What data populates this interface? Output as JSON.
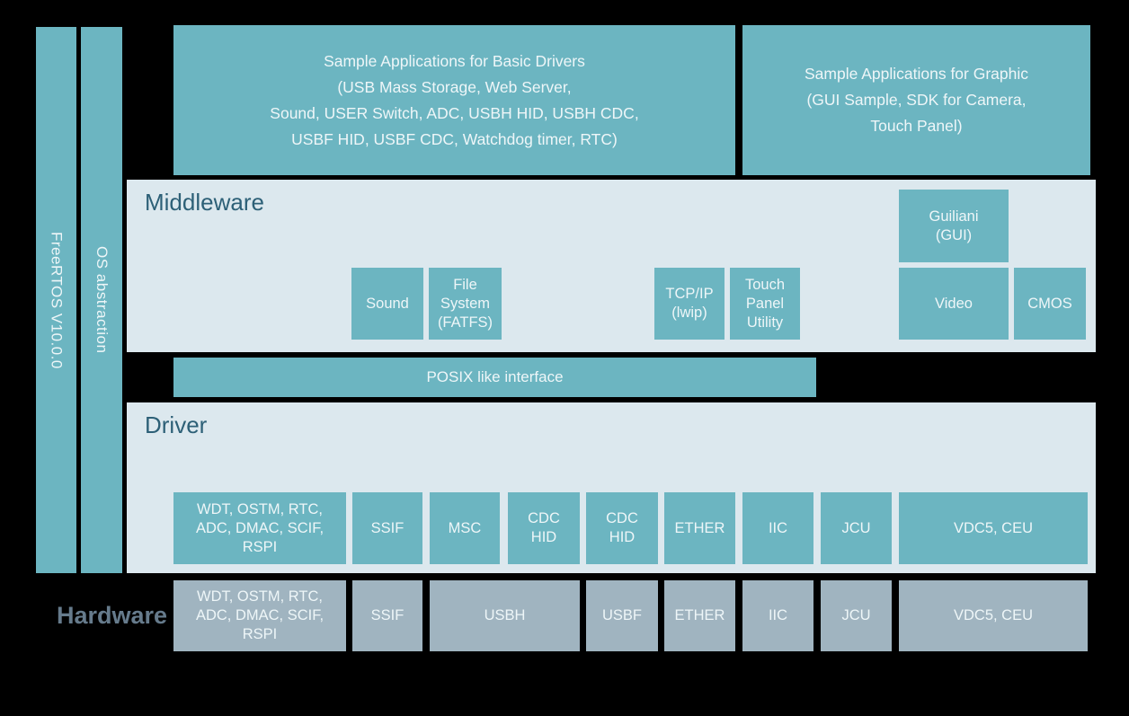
{
  "colors": {
    "background": "#000000",
    "teal": "#6cb5c1",
    "panel": "#dce8ee",
    "hardware_gray": "#a0b4c0",
    "section_title": "#2d6077",
    "hardware_title": "#667b8c",
    "box_text": "#eef6f8"
  },
  "os_bars": [
    {
      "label": "FreeRTOS V10.0.0"
    },
    {
      "label": "OS abstraction"
    }
  ],
  "sample_apps": [
    {
      "label": "Sample Applications for Basic Drivers\n(USB Mass Storage, Web Server,\nSound, USER Switch, ADC, USBH HID, USBH CDC,\nUSBF HID, USBF CDC, Watchdog timer, RTC)"
    },
    {
      "label": "Sample Applications for Graphic\n(GUI Sample, SDK for Camera,\nTouch Panel)"
    }
  ],
  "middleware": {
    "title": "Middleware",
    "boxes": [
      {
        "label": "Sound"
      },
      {
        "label": "File\nSystem\n(FATFS)"
      },
      {
        "label": "TCP/IP\n(lwip)"
      },
      {
        "label": "Touch\nPanel\nUtility"
      },
      {
        "label": "Guiliani\n(GUI)"
      },
      {
        "label": "Video"
      },
      {
        "label": "CMOS"
      }
    ]
  },
  "posix": {
    "label": "POSIX like interface"
  },
  "driver": {
    "title": "Driver",
    "boxes": [
      {
        "label": "WDT, OSTM, RTC,\nADC, DMAC, SCIF,\nRSPI"
      },
      {
        "label": "SSIF"
      },
      {
        "label": "MSC"
      },
      {
        "label": "CDC\nHID"
      },
      {
        "label": "CDC\nHID"
      },
      {
        "label": "ETHER"
      },
      {
        "label": "IIC"
      },
      {
        "label": "JCU"
      },
      {
        "label": "VDC5, CEU"
      }
    ]
  },
  "hardware": {
    "title": "Hardware",
    "boxes": [
      {
        "label": "WDT, OSTM, RTC,\nADC, DMAC, SCIF,\nRSPI"
      },
      {
        "label": "SSIF"
      },
      {
        "label": "USBH"
      },
      {
        "label": "USBF"
      },
      {
        "label": "ETHER"
      },
      {
        "label": "IIC"
      },
      {
        "label": "JCU"
      },
      {
        "label": "VDC5, CEU"
      }
    ]
  }
}
